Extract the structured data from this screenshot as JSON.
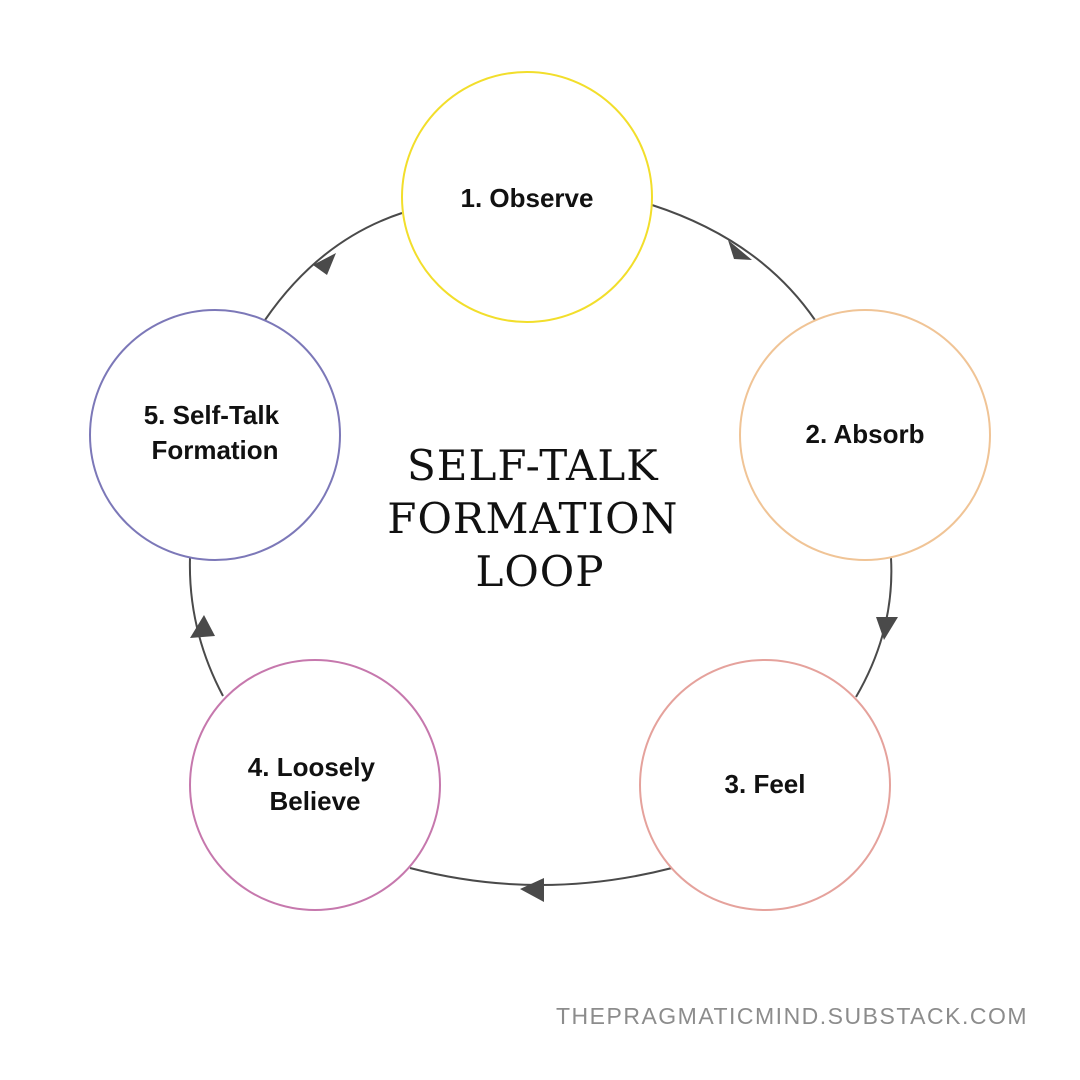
{
  "diagram": {
    "title_lines": [
      "SELF-TALK",
      "FORMATION",
      "LOOP"
    ],
    "steps": [
      {
        "lines": [
          "1. Observe"
        ],
        "color": "#f2de2b"
      },
      {
        "lines": [
          "2. Absorb"
        ],
        "color": "#f0c496"
      },
      {
        "lines": [
          "3. Feel"
        ],
        "color": "#e5a29c"
      },
      {
        "lines": [
          "4. Loosely",
          "Believe"
        ],
        "color": "#c678ad"
      },
      {
        "lines": [
          "5. Self-Talk",
          "Formation"
        ],
        "color": "#7c78b8"
      }
    ],
    "arrow_color": "#4a4a4a"
  },
  "footer": {
    "url": "THEPRAGMATICMIND.SUBSTACK.COM"
  }
}
